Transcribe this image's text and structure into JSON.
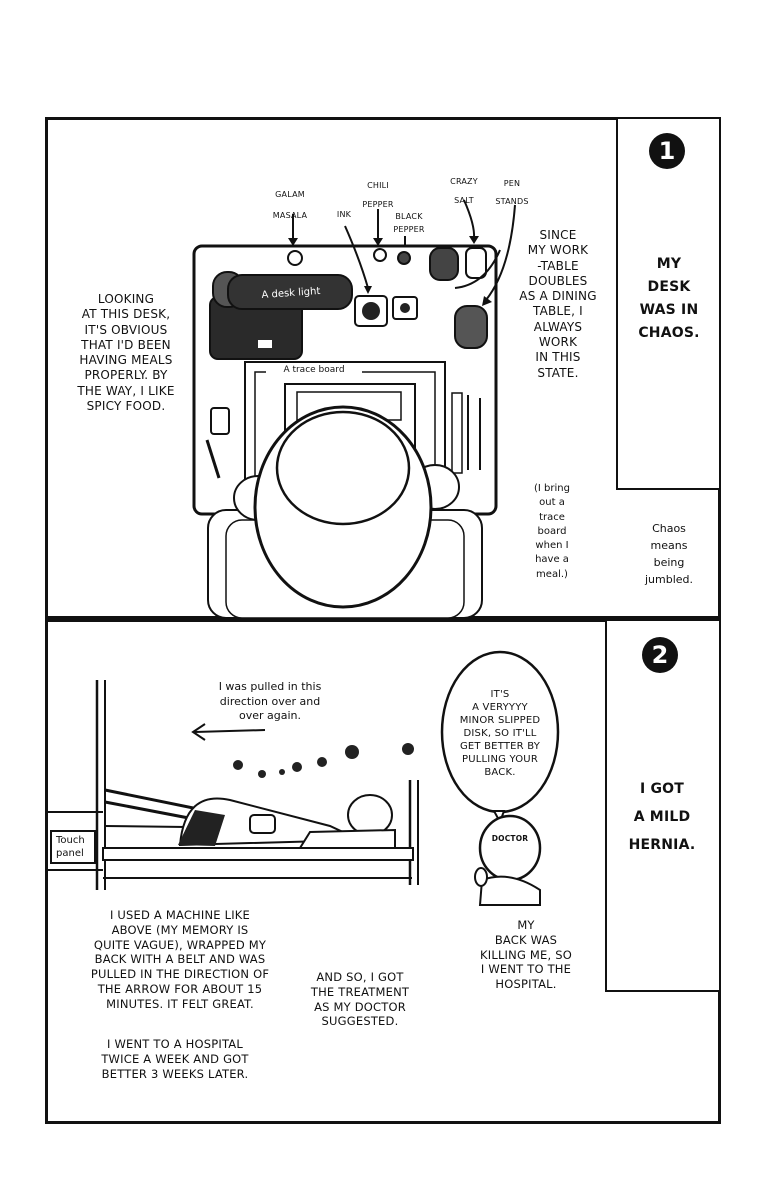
{
  "panel1": {
    "badge": "1",
    "sidebar_title": "MY\nDESK\nWAS IN\nCHAOS.",
    "chaos_note": "Chaos\nmeans\nbeing\njumbled.",
    "labels": {
      "galam_masala": "GALAM\nMASALA",
      "chili_pepper": "CHILI\nPEPPER",
      "ink": "INK",
      "black_pepper": "BLACK\nPEPPER",
      "crazy_salt": "CRAZY\nSALT",
      "pen_stands": "PEN\nSTANDS",
      "desk_light": "A desk light",
      "trace_board": "A trace board"
    },
    "left_text": "LOOKING\nAT THIS DESK,\nIT'S OBVIOUS\nTHAT I'D BEEN\nHAVING MEALS\nPROPERLY. BY\nTHE WAY, I LIKE\nSPICY FOOD.",
    "right_text": "SINCE\nMY WORK\n-TABLE\nDOUBLES\nAS A DINING\nTABLE, I\nALWAYS\nWORK\nIN THIS\nSTATE.",
    "aside_text": "(I bring\nout a\ntrace\nboard\nwhen I\nhave a\nmeal.)"
  },
  "panel2": {
    "badge": "2",
    "sidebar_title": "I GOT\nA MILD\nHERNIA.",
    "pulled_text": "I was pulled in this\ndirection over and\nover again.",
    "speech": "IT'S\nA VERYYYY\nMINOR SLIPPED\nDISK, SO IT'LL\nGET BETTER BY\nPULLING YOUR\nBACK.",
    "doctor_label": "DOCTOR",
    "touch_panel": "Touch\npanel",
    "bottom_left_1": "I USED A MACHINE LIKE\nABOVE (MY MEMORY IS\nQUITE VAGUE), WRAPPED MY\nBACK WITH A BELT AND WAS\nPULLED IN THE DIRECTION OF\nTHE ARROW FOR ABOUT 15\nMINUTES. IT FELT GREAT.",
    "bottom_left_2": "I WENT TO A HOSPITAL\nTWICE A WEEK AND GOT\nBETTER 3 WEEKS LATER.",
    "treatment": "AND SO, I GOT\nTHE TREATMENT\nAS MY DOCTOR\nSUGGESTED.",
    "back_killing": "MY\nBACK WAS\nKILLING ME, SO\nI WENT TO THE\nHOSPITAL."
  }
}
